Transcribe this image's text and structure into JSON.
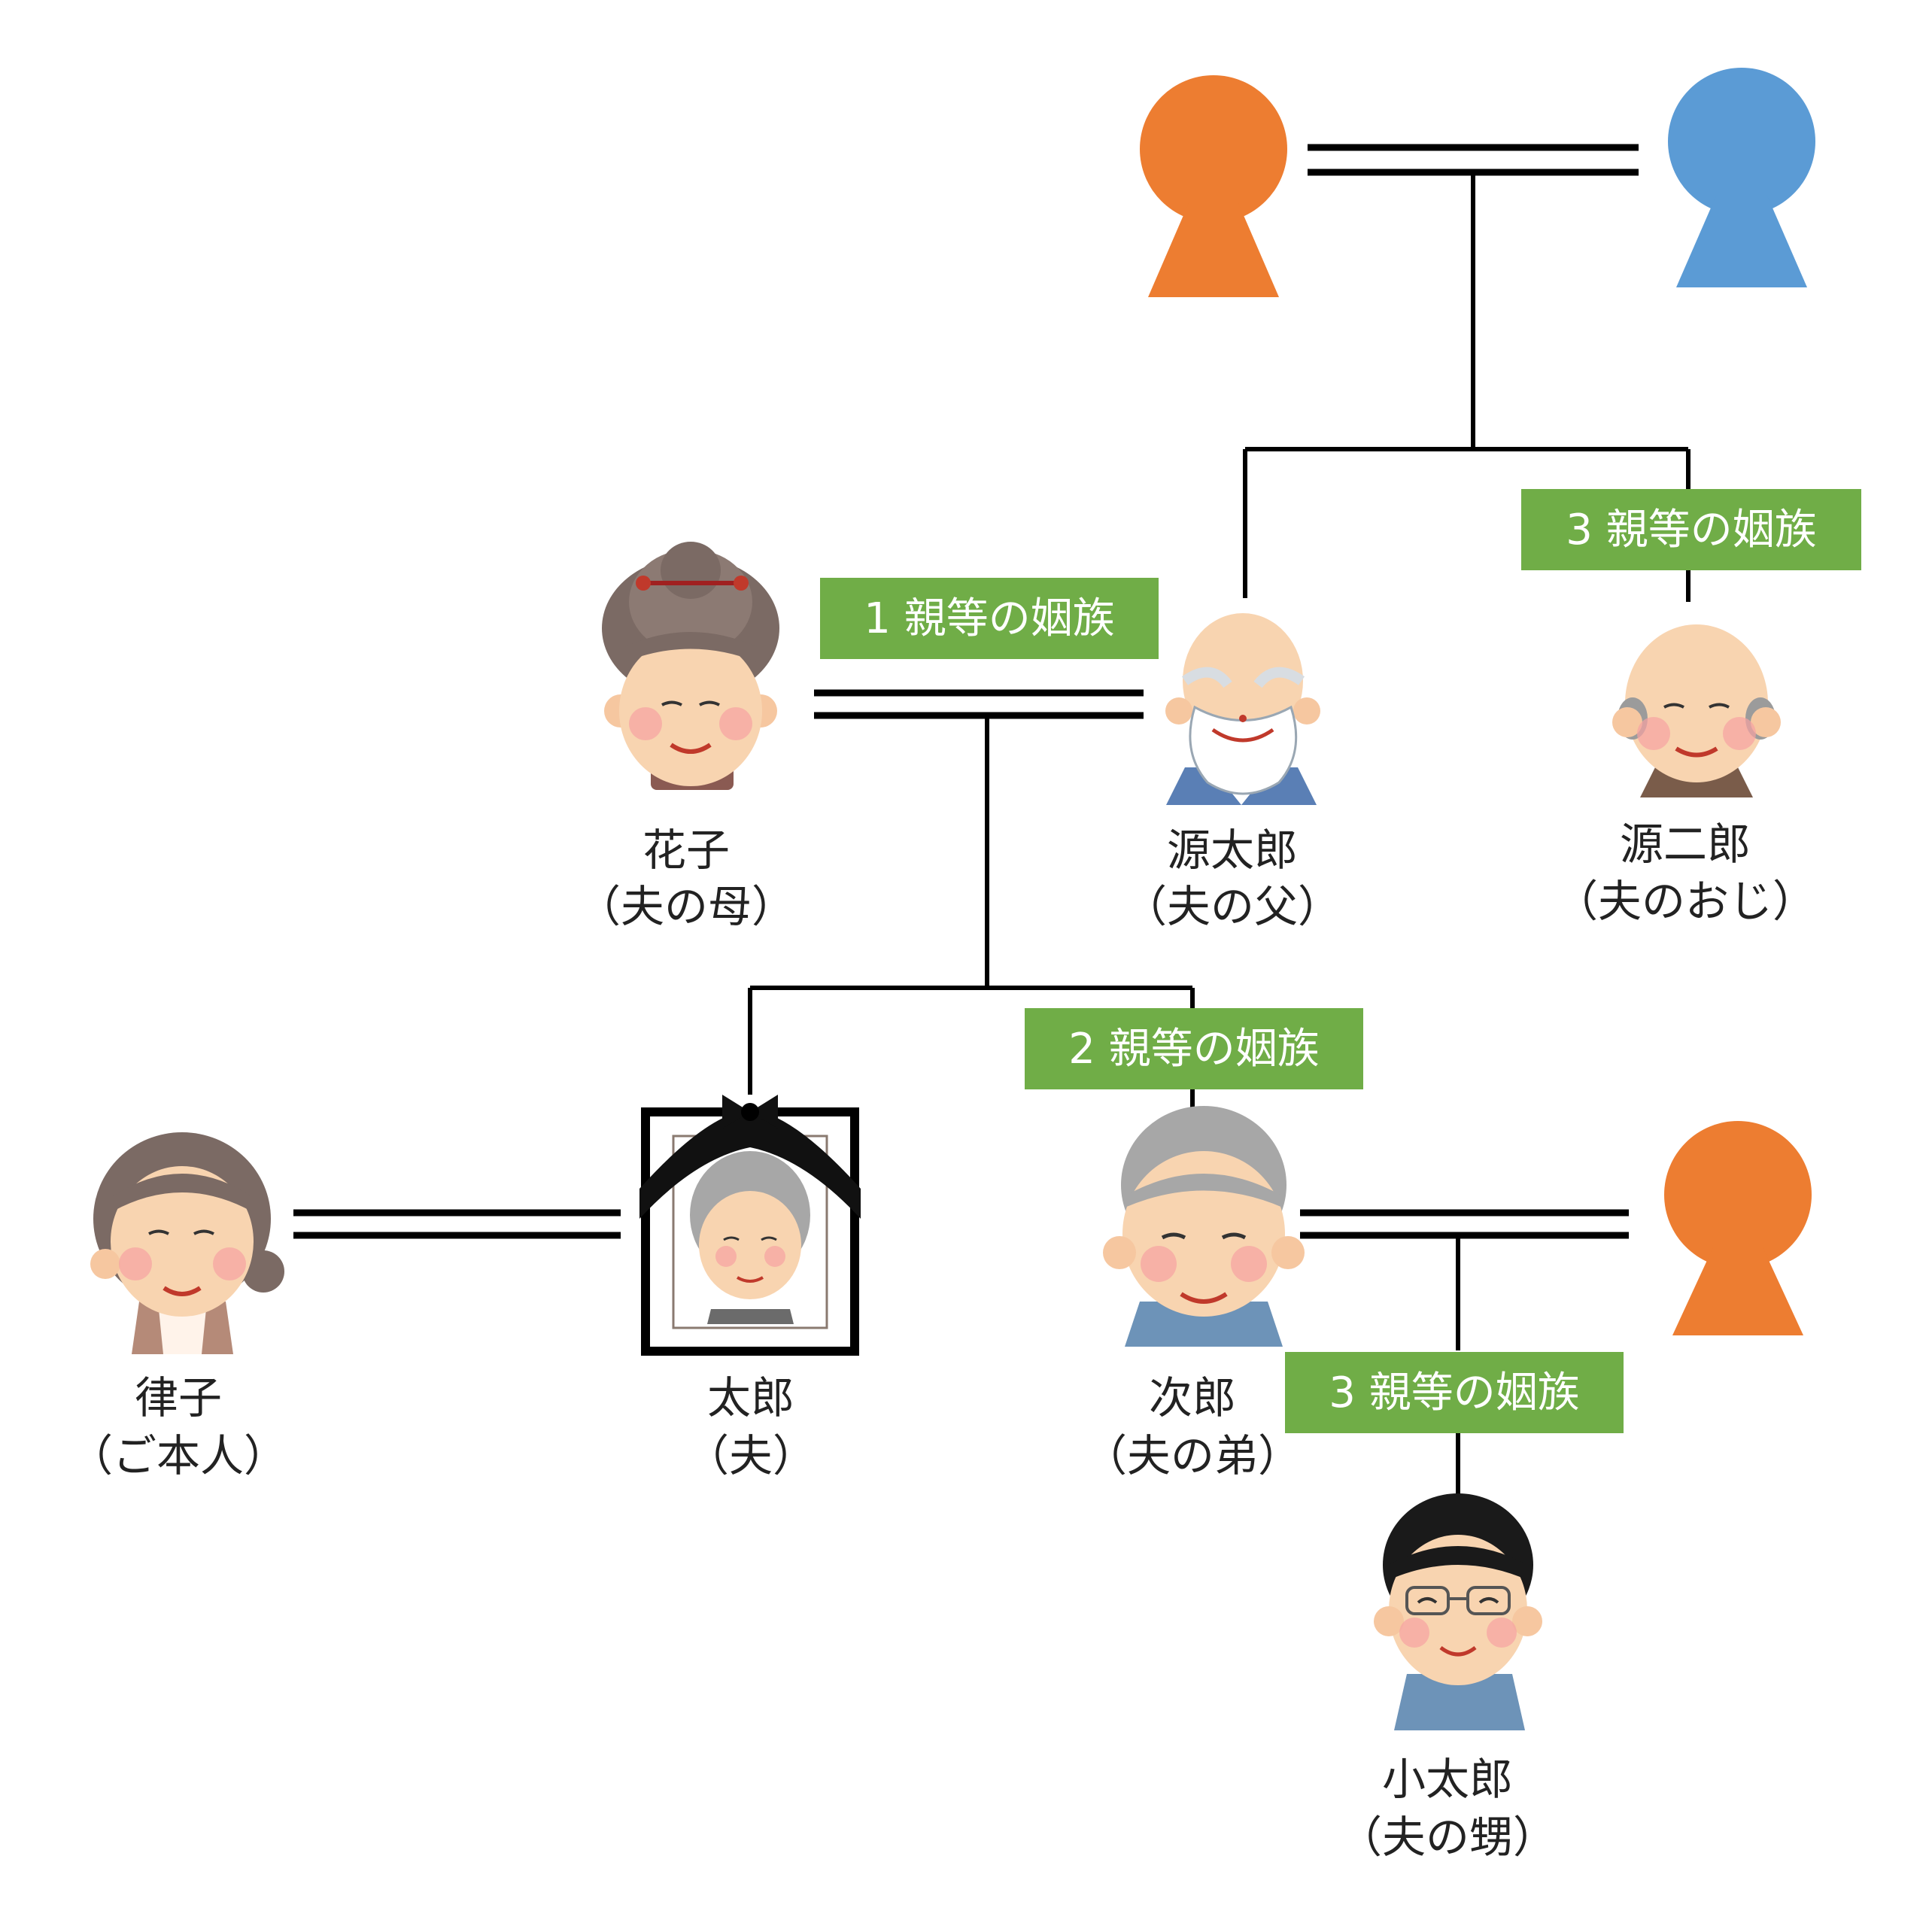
{
  "colors": {
    "female": "#ED7D31",
    "male": "#5B9BD5",
    "badge": "#70AD47",
    "line": "#000000"
  },
  "badges": {
    "degree1": "1 親等の姻族",
    "degree2": "2 親等の姻族",
    "degree3_uncle": "3 親等の姻族",
    "degree3_nephew": "3 親等の姻族"
  },
  "people": {
    "hanako": {
      "name": "花子",
      "relation": "（夫の母）"
    },
    "gentaro": {
      "name": "源太郎",
      "relation": "（夫の父）"
    },
    "genjiro": {
      "name": "源二郎",
      "relation": "（夫のおじ）"
    },
    "ritsuko": {
      "name": "律子",
      "relation": "（ご本人）"
    },
    "taro": {
      "name": "太郎",
      "relation": "（夫）"
    },
    "jiro": {
      "name": "次郎",
      "relation": "（夫の弟）"
    },
    "kotaro": {
      "name": "小太郎",
      "relation": "（夫の甥）"
    }
  },
  "icons": {
    "grandmother": "female-person-icon",
    "grandfather": "male-person-icon",
    "jiro_wife": "female-person-icon"
  }
}
